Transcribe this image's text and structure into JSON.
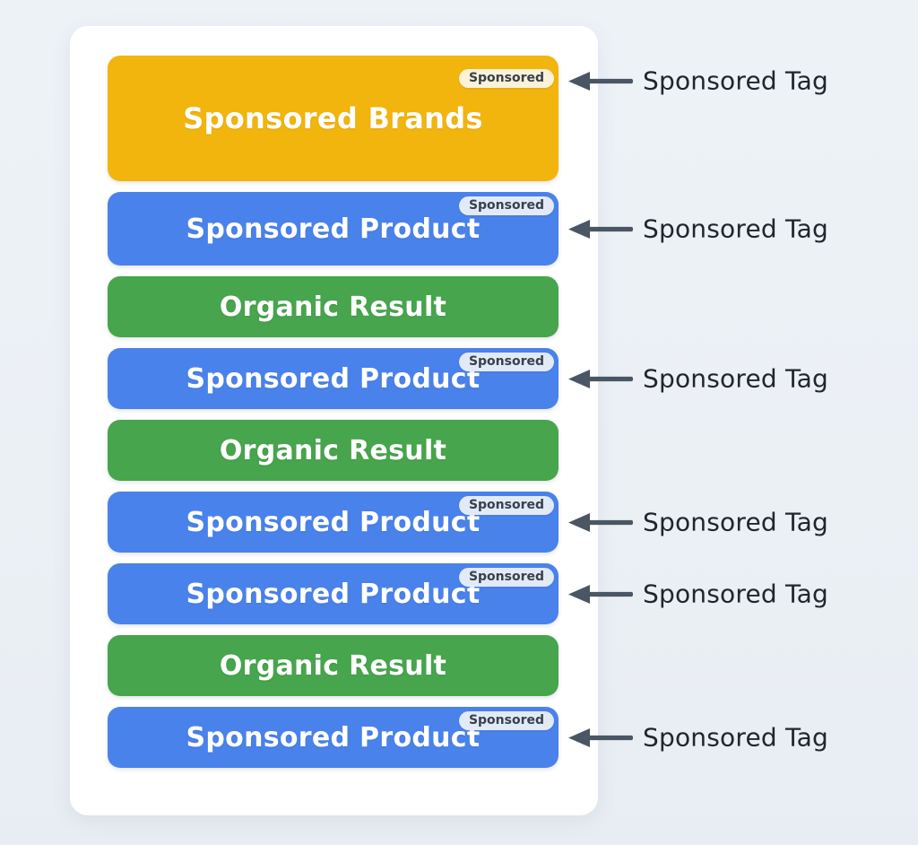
{
  "page": {
    "background": "#ECF1F6",
    "card_background": "#FFFFFF"
  },
  "colors": {
    "sponsored_brands_bar": "#F2B50E",
    "sponsored_product_bar": "#4A82EC",
    "organic_result_bar": "#47A54D",
    "arrow": "#4A5663",
    "annotation_text": "#21262D",
    "tag_background_on_yellow": "#FBF2D7",
    "tag_background_on_blue": "#E2EAF8",
    "tag_text": "#38404C",
    "bar_label_text": "#FFFFFF"
  },
  "annotation_label": "Sponsored Tag",
  "rows": [
    {
      "type": "brands",
      "label": "Sponsored Brands",
      "tag": "Sponsored",
      "annotated": true
    },
    {
      "type": "product",
      "label": "Sponsored Product",
      "tag": "Sponsored",
      "annotated": true
    },
    {
      "type": "organic",
      "label": "Organic Result",
      "tag": null,
      "annotated": false
    },
    {
      "type": "product",
      "label": "Sponsored Product",
      "tag": "Sponsored",
      "annotated": true
    },
    {
      "type": "organic",
      "label": "Organic Result",
      "tag": null,
      "annotated": false
    },
    {
      "type": "product",
      "label": "Sponsored Product",
      "tag": "Sponsored",
      "annotated": true
    },
    {
      "type": "product",
      "label": "Sponsored Product",
      "tag": "Sponsored",
      "annotated": true
    },
    {
      "type": "organic",
      "label": "Organic Result",
      "tag": null,
      "annotated": false
    },
    {
      "type": "product",
      "label": "Sponsored Product",
      "tag": "Sponsored",
      "annotated": true
    }
  ]
}
